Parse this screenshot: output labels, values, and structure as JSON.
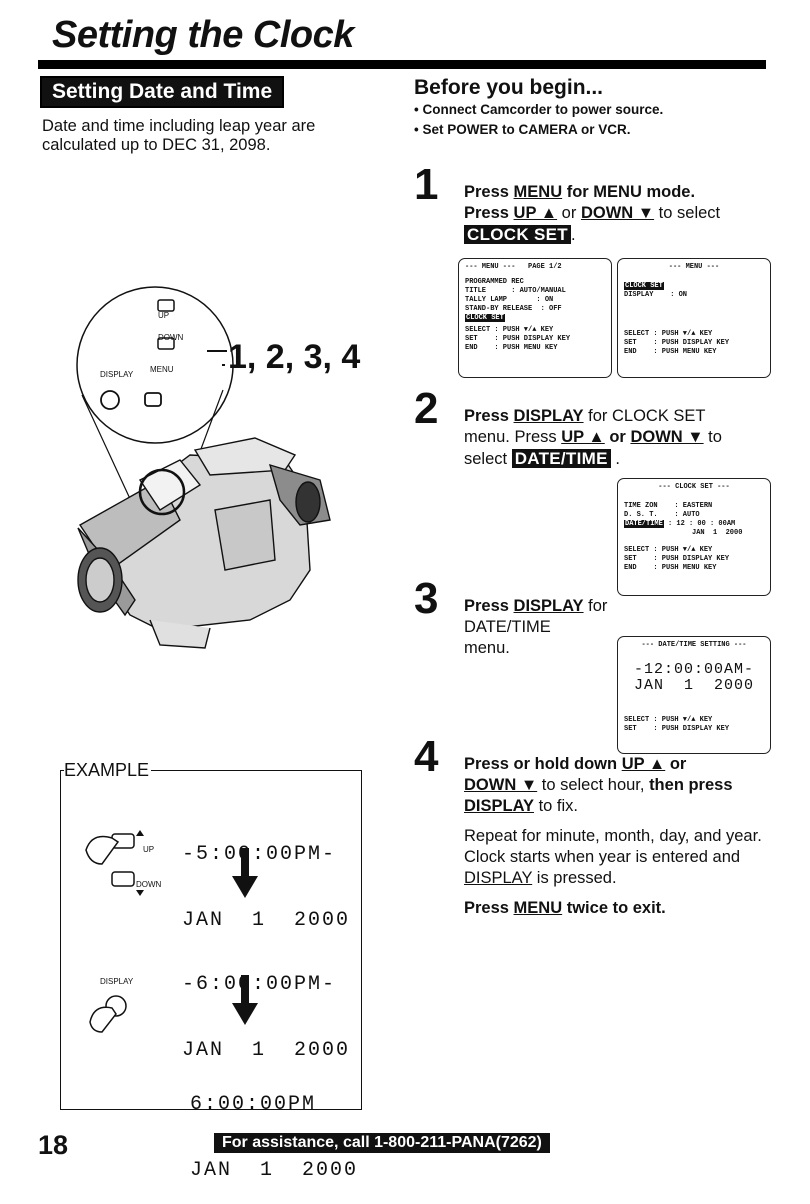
{
  "page": {
    "title": "Setting the Clock",
    "page_number": "18",
    "footer": "For assistance, call 1-800-211-PANA(7262)"
  },
  "left": {
    "section_title": "Setting Date and Time",
    "intro": "Date and time including leap year are calculated up to DEC 31, 2098.",
    "callout": "1, 2, 3, 4",
    "camera_labels": {
      "up": "UP",
      "down": "DOWN",
      "display": "DISPLAY",
      "menu": "MENU"
    }
  },
  "before": {
    "heading": "Before you begin...",
    "bullets": [
      "• Connect Camcorder to power source.",
      "• Set POWER to CAMERA or VCR."
    ]
  },
  "steps": [
    {
      "num": "1",
      "t1": "Press ",
      "k1": "MENU",
      "t2": " for MENU mode.",
      "t3": "Press ",
      "k2": "UP ▲",
      "t4": " or ",
      "k3": "DOWN ▼",
      "t5": " to select",
      "hl": "CLOCK SET",
      "t6": "."
    },
    {
      "num": "2",
      "t1": "Press ",
      "k1": "DISPLAY",
      "t2": " for CLOCK SET",
      "t3": "menu. Press ",
      "k2": "UP ▲",
      "t4": " or ",
      "k3": "DOWN ▼",
      "t5": " to",
      "t6": "select ",
      "hl": "DATE/TIME",
      "t7": " ."
    },
    {
      "num": "3",
      "t1": "Press ",
      "k1": "DISPLAY",
      "t2": " for DATE/TIME",
      "t3": "menu."
    },
    {
      "num": "4",
      "t1": "Press or hold down ",
      "k1": "UP ▲",
      "t2": " or",
      "k2": "DOWN ▼",
      "t3": " to select hour, ",
      "t4": "then press",
      "k3": "DISPLAY",
      "t5": " to fix.",
      "p2": "Repeat for minute, month, day, and year. Clock starts when year is entered and ",
      "k4": "DISPLAY",
      "p2b": " is pressed.",
      "p3a": "Press ",
      "k5": "MENU",
      "p3b": " twice to exit."
    }
  ],
  "screens": {
    "menu1": {
      "header": "--- MENU ---   PAGE 1/2",
      "lines": [
        "PROGRAMMED REC",
        "TITLE      : AUTO/MANUAL",
        "TALLY LAMP       : ON",
        "STAND-BY RELEASE  : OFF"
      ],
      "selected": "CLOCK SET",
      "footer": [
        "SELECT : PUSH ▼/▲ KEY",
        "SET    : PUSH DISPLAY KEY",
        "END    : PUSH MENU KEY"
      ]
    },
    "menu2": {
      "header": "--- MENU ---",
      "selected": "CLOCK SET",
      "lines": [
        "DISPLAY    : ON"
      ],
      "footer": [
        "SELECT : PUSH ▼/▲ KEY",
        "SET    : PUSH DISPLAY KEY",
        "END    : PUSH MENU KEY"
      ]
    },
    "clockset": {
      "header": "--- CLOCK SET ---",
      "lines": [
        "TIME ZON    : EASTERN",
        "D. S. T.    : AUTO"
      ],
      "selected": "DATE/TIME",
      "value1": " : 12 : 00 : 00AM",
      "value2": "JAN  1  2000",
      "footer": [
        "SELECT : PUSH ▼/▲ KEY",
        "SET    : PUSH DISPLAY KEY",
        "END    : PUSH MENU KEY"
      ]
    },
    "datetime": {
      "header": "--- DATE/TIME SETTING ---",
      "time": "-12:00:00AM-",
      "date": "JAN  1  2000",
      "footer": [
        "SELECT : PUSH ▼/▲ KEY",
        "SET    : PUSH DISPLAY KEY"
      ]
    }
  },
  "example": {
    "label": "EXAMPLE",
    "frames": [
      {
        "time": "-5:00:00PM-",
        "date": "JAN  1  2000"
      },
      {
        "time": "-6:00:00PM-",
        "date": "JAN  1  2000"
      },
      {
        "time": "6:00:00PM",
        "date": "JAN  1  2000"
      }
    ],
    "labels": {
      "up": "UP",
      "down": "DOWN",
      "display": "DISPLAY"
    }
  }
}
